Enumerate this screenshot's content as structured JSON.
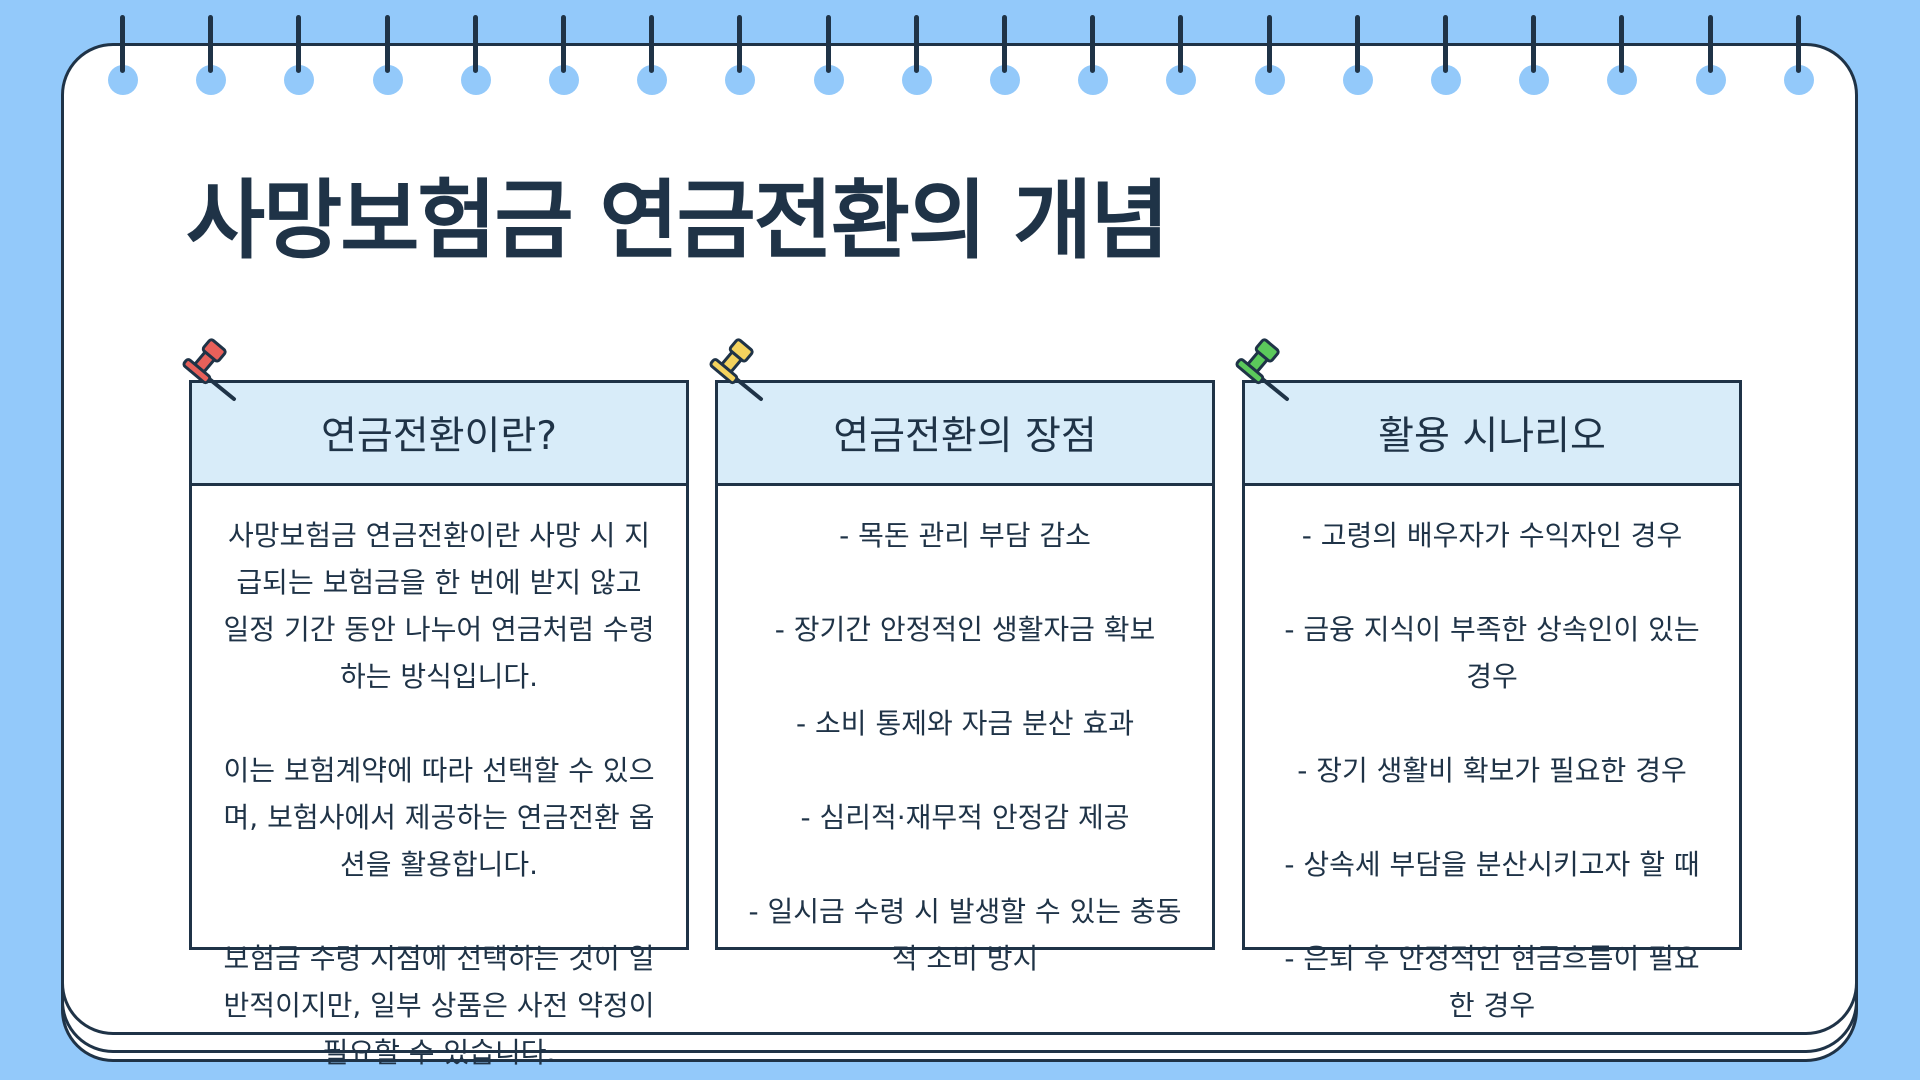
{
  "title": "사망보험금 연금전환의 개념",
  "colors": {
    "background": "#93c9fa",
    "ink": "#1f3347",
    "card_header": "#d8ecf9",
    "pin_red": "#e8605a",
    "pin_yellow": "#f4d35e",
    "pin_green": "#5bc95b"
  },
  "cards": [
    {
      "heading": "연금전환이란?",
      "pin_color": "red",
      "body": "사망보험금 연금전환이란 사망 시 지급되는 보험금을 한 번에 받지 않고 일정 기간 동안 나누어 연금처럼 수령하는 방식입니다.\n\n이는 보험계약에 따라 선택할 수 있으며, 보험사에서 제공하는 연금전환 옵션을 활용합니다.\n\n보험금 수령 시점에 선택하는 것이 일반적이지만, 일부 상품은 사전 약정이 필요할 수 있습니다."
    },
    {
      "heading": "연금전환의 장점",
      "pin_color": "yellow",
      "body": "- 목돈 관리 부담 감소\n\n- 장기간 안정적인 생활자금 확보\n\n- 소비 통제와 자금 분산 효과\n\n- 심리적·재무적 안정감 제공\n\n- 일시금 수령 시 발생할 수 있는 충동적 소비 방지"
    },
    {
      "heading": "활용 시나리오",
      "pin_color": "green",
      "body": "- 고령의 배우자가 수익자인 경우\n\n- 금융 지식이 부족한 상속인이 있는 경우\n\n- 장기 생활비 확보가 필요한 경우\n\n- 상속세 부담을 분산시키고자 할 때\n\n- 은퇴 후 안정적인 현금흐름이 필요한 경우"
    }
  ]
}
